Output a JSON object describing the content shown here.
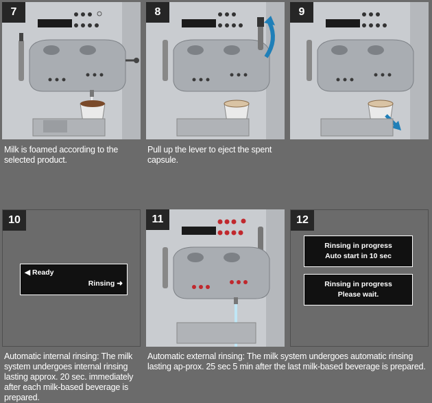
{
  "steps": [
    {
      "number": "7",
      "caption": "Milk is foamed according to the selected product."
    },
    {
      "number": "8",
      "caption": "Pull up the lever to eject the spent capsule."
    },
    {
      "number": "9",
      "caption": ""
    },
    {
      "number": "10",
      "caption": "Automatic internal rinsing: The milk system undergoes internal rinsing lasting approx. 20 sec. immediately after each milk-based beverage is prepared."
    },
    {
      "number": "11",
      "caption": "Automatic external rinsing: The milk system undergoes automatic rinsing lasting ap-prox. 25 sec 5 min after the last milk-based beverage is prepared."
    },
    {
      "number": "12",
      "caption": ""
    }
  ],
  "display10": {
    "line1": "Ready",
    "line2": "Rinsing"
  },
  "display12a": {
    "line1": "Rinsing in progress",
    "line2": "Auto start in 10 sec"
  },
  "display12b": {
    "line1": "Rinsing in progress",
    "line2": "Please wait."
  },
  "colors": {
    "background": "#6b6b6b",
    "panel": "#c9ccd0",
    "arrow": "#1f7fb8",
    "red_button": "#c0282d",
    "water": "#bfe6f5"
  }
}
